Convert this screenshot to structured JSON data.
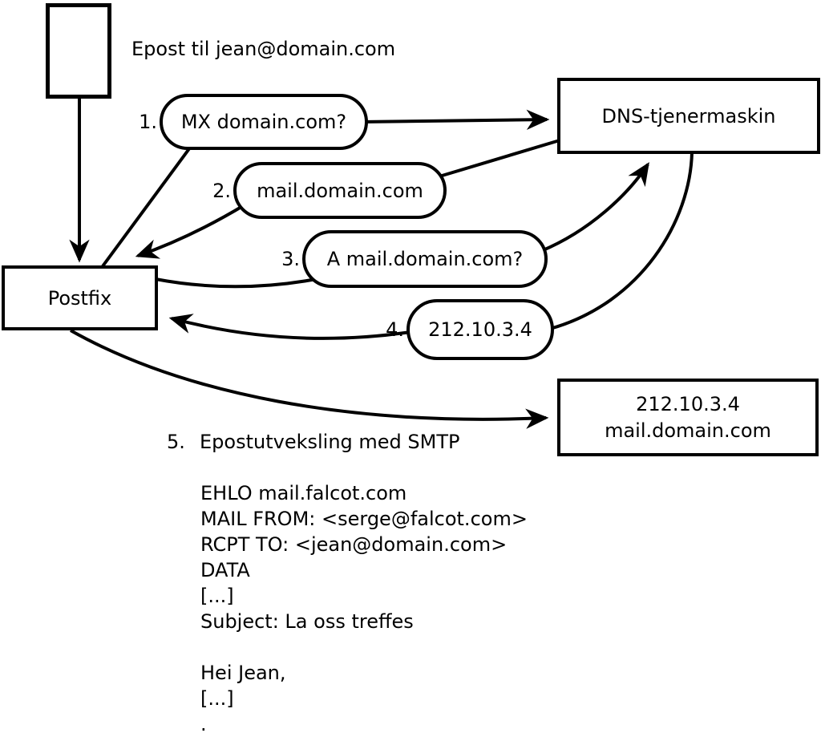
{
  "title": "Epost til jean@domain.com",
  "nodes": {
    "postfix": {
      "label": "Postfix"
    },
    "dns": {
      "label": "DNS-tjenermaskin"
    },
    "mailserver": {
      "line1": "212.10.3.4",
      "line2": "mail.domain.com"
    }
  },
  "steps": [
    {
      "num": "1.",
      "label": "MX domain.com?"
    },
    {
      "num": "2.",
      "label": "mail.domain.com"
    },
    {
      "num": "3.",
      "label": "A mail.domain.com?"
    },
    {
      "num": "4.",
      "label": "212.10.3.4"
    },
    {
      "num": "5.",
      "label": "Epostutveksling med SMTP"
    }
  ],
  "smtp": {
    "lines": [
      "EHLO mail.falcot.com",
      "MAIL FROM: <serge@falcot.com>",
      "RCPT TO: <jean@domain.com>",
      "DATA",
      "[...]",
      "Subject: La oss treffes",
      "",
      "Hei Jean,",
      "[...]",
      "."
    ]
  },
  "colors": {
    "ink": "#000000",
    "background": "#ffffff"
  }
}
